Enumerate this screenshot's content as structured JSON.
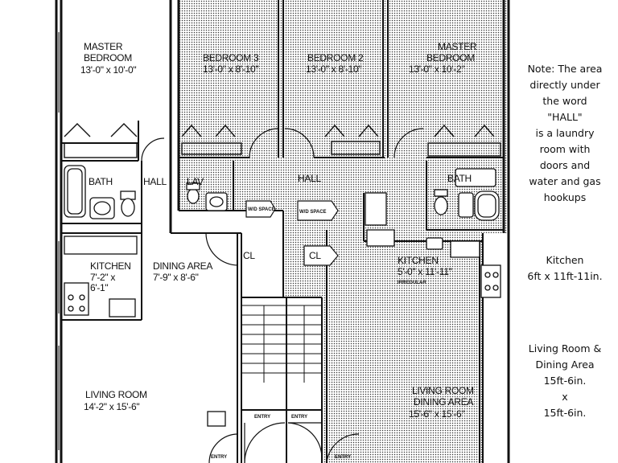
{
  "rooms": {
    "master_left": {
      "name_line1": "MASTER",
      "name_line2": "BEDROOM",
      "size": "13'-0\" x 10'-0\""
    },
    "bedroom3": {
      "name": "BEDROOM 3",
      "size": "13'-0\" x 8'-10\""
    },
    "bedroom2": {
      "name": "BEDROOM 2",
      "size": "13'-0\" x 8'-10\""
    },
    "master_right": {
      "name_line1": "MASTER",
      "name_line2": "BEDROOM",
      "size": "13'-0\" x 10'-2\""
    },
    "bath_left": "BATH",
    "hall_left": "HALL",
    "lav": "LAV",
    "hall_center": "HALL",
    "bath_right": "BATH",
    "kitchen_left": {
      "name": "KITCHEN",
      "size1": "7'-2\" x",
      "size2": "6'-1\""
    },
    "dining_left": {
      "name": "DINING AREA",
      "size": "7'-9\" x 8'-6\""
    },
    "kitchen_right": {
      "name": "KITCHEN",
      "size": "5'-0\" x 11'-11\"",
      "note": "IRREGULAR"
    },
    "living_left": {
      "name": "LIVING ROOM",
      "size": "14'-2\" x 15'-6\""
    },
    "living_right": {
      "name_line1": "LIVING ROOM",
      "name_line2": "DINING AREA",
      "size": "15'-6\" x 15'-6\""
    }
  },
  "small_labels": {
    "cl": "CL",
    "wd_space": "W/D SPACE",
    "wd_space_right": "W/D SPACE",
    "closet_right": "CL",
    "entry": "ENTRY"
  },
  "notes": {
    "laundry": [
      "Note: The area",
      "directly under",
      "the word",
      "\"HALL\"",
      "is a laundry",
      "room with",
      "doors and",
      "water and gas",
      "hookups"
    ],
    "kitchen": [
      "Kitchen",
      "6ft x 11ft-11in."
    ],
    "living": [
      "Living Room &",
      "Dining Area",
      "15ft-6in.",
      "x",
      "15ft-6in."
    ]
  }
}
